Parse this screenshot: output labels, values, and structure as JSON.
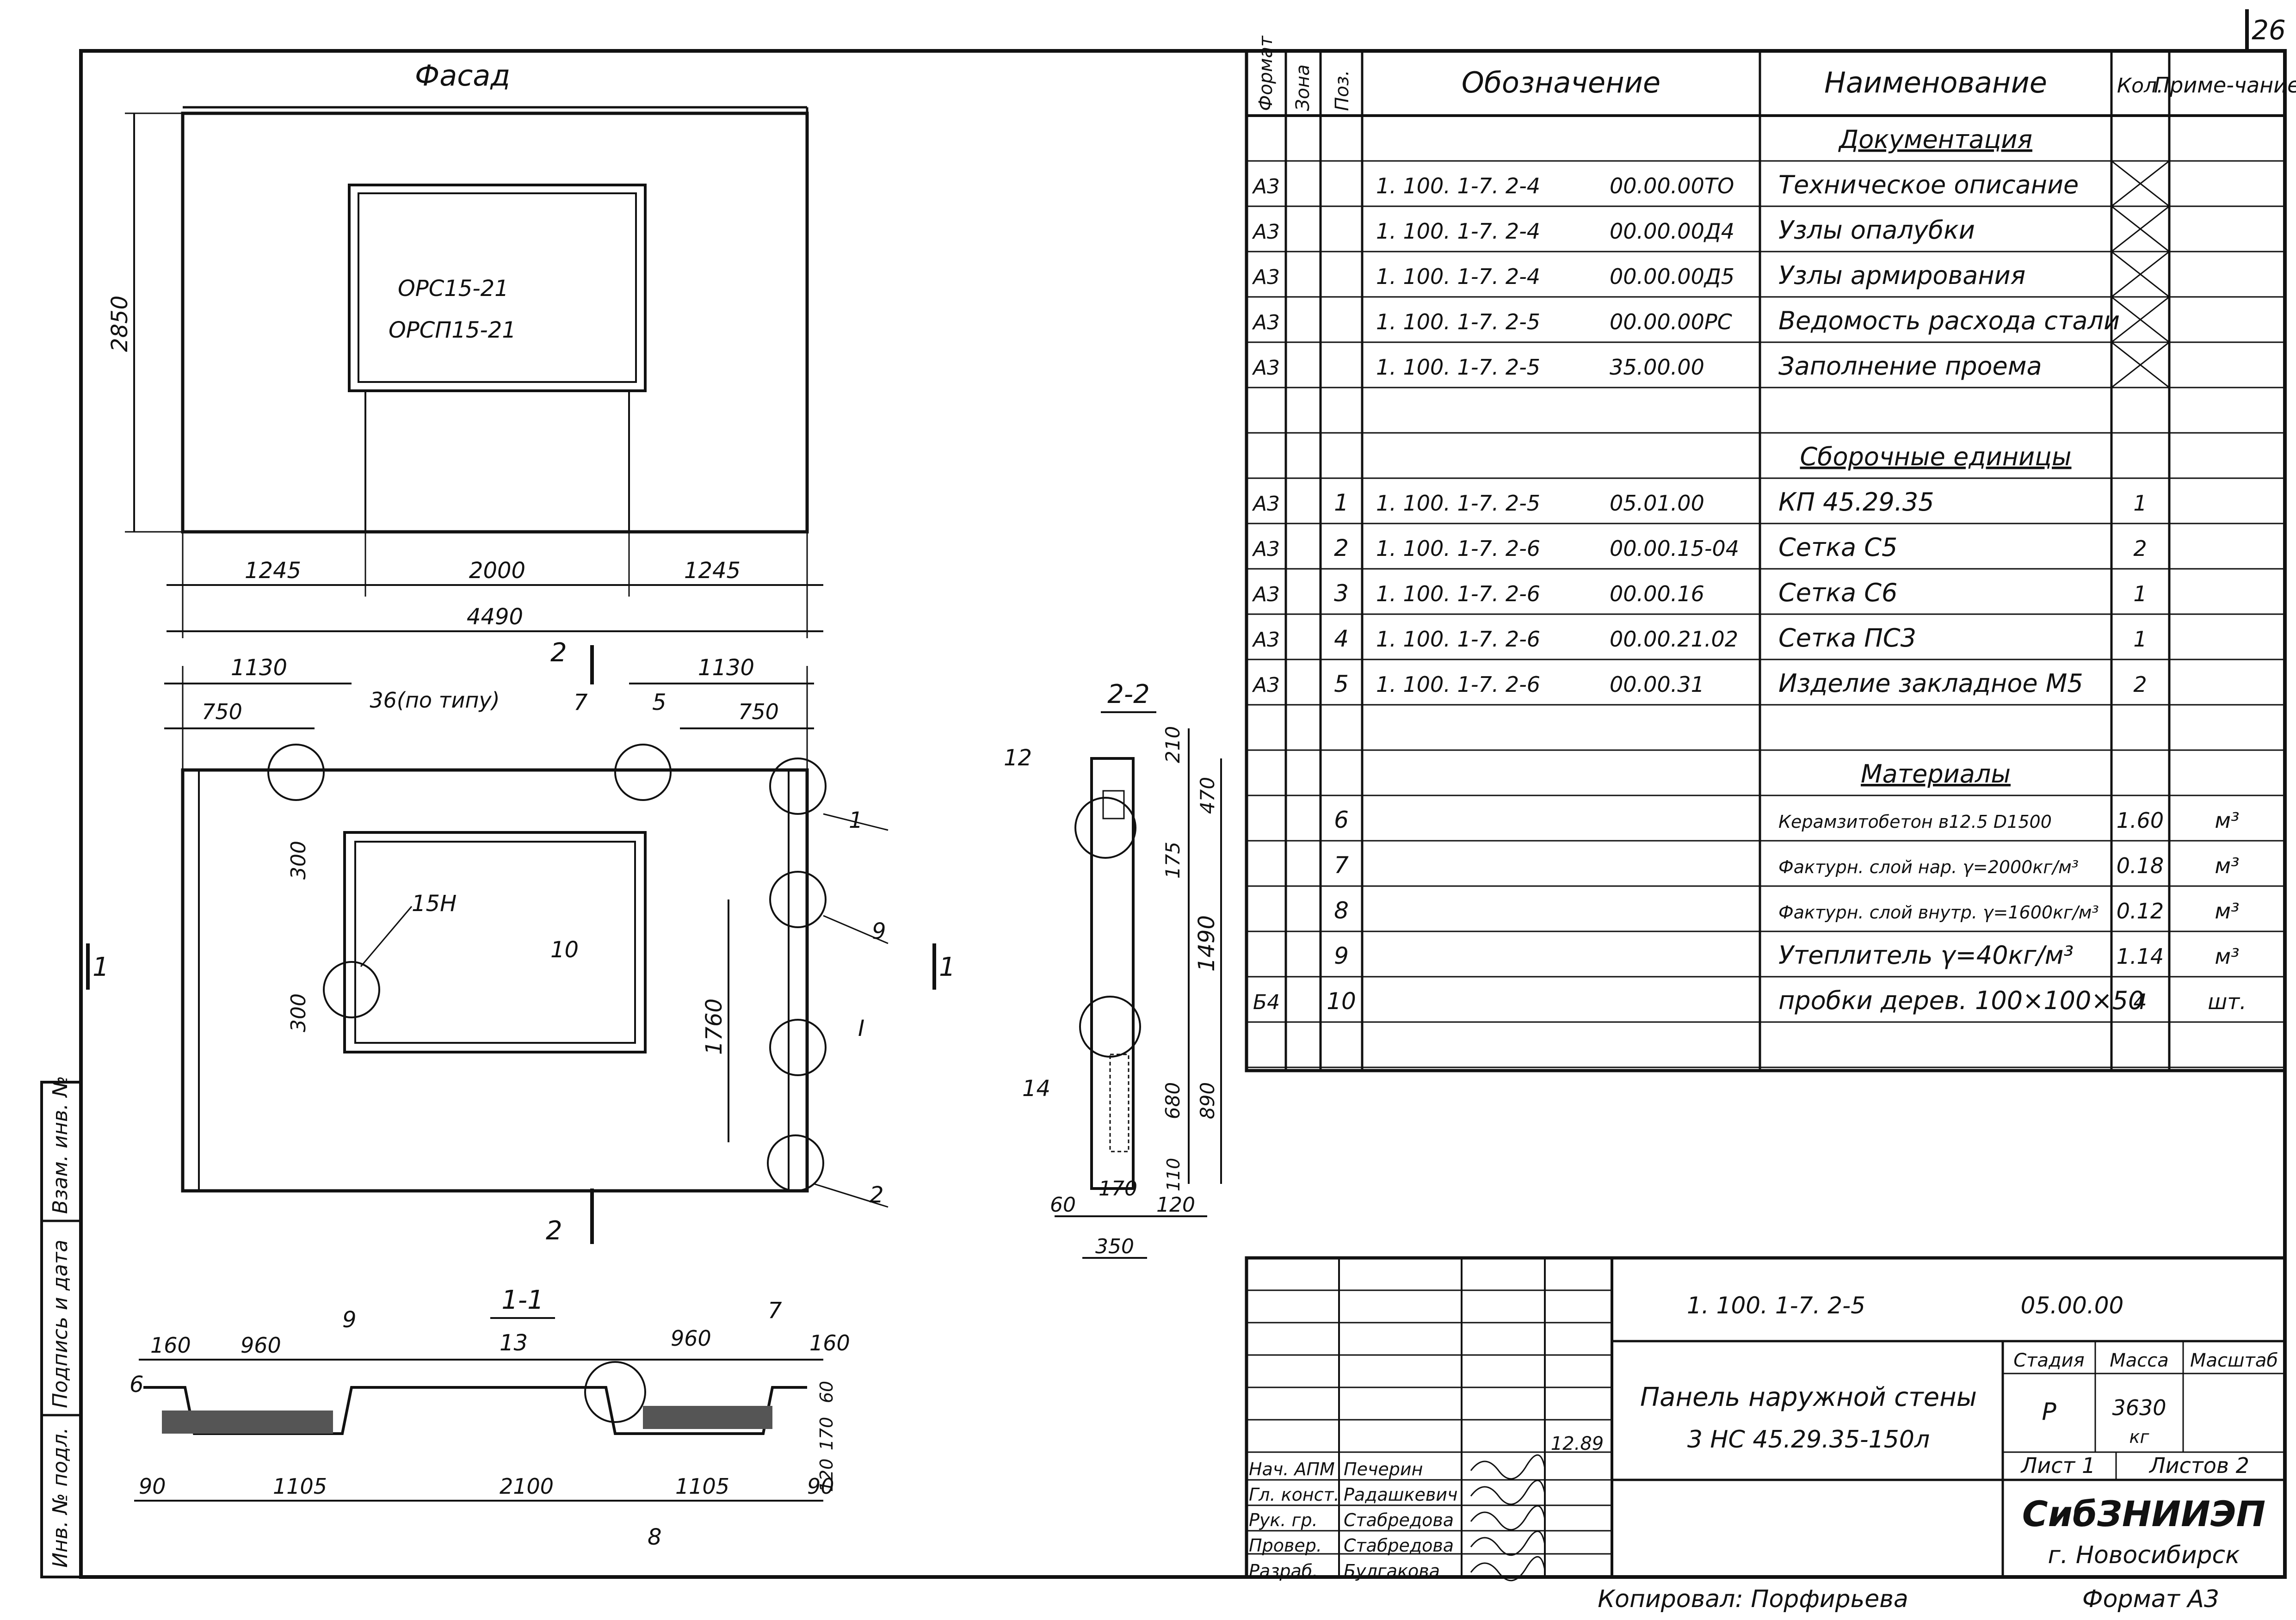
{
  "sheet_number": "26",
  "facade": {
    "title": "Фасад",
    "window_labels": [
      "ОРС15-21",
      "ОРСП15-21"
    ],
    "height_dim": "2850",
    "width_dims": [
      "1245",
      "2000",
      "1245"
    ],
    "total_width": "4490"
  },
  "plan": {
    "dims_top": [
      "1130",
      "750",
      "36(по типу)",
      "1130",
      "750"
    ],
    "section_marks": [
      "2",
      "2",
      "1",
      "1"
    ],
    "callouts": [
      "7",
      "5",
      "1",
      "9",
      "15Н",
      "10",
      "I",
      "2"
    ],
    "dims_side": [
      "300",
      "300",
      "1760"
    ]
  },
  "section_2_2": {
    "title": "2-2",
    "callouts": [
      "12",
      "14"
    ],
    "dims_right": [
      "210",
      "470",
      "175",
      "1490",
      "680",
      "890",
      "110"
    ],
    "dims_bottom": [
      "60",
      "170",
      "120",
      "350"
    ]
  },
  "section_1_1": {
    "title": "1-1",
    "callouts": [
      "9",
      "6",
      "13",
      "7",
      "8"
    ],
    "dims_top": [
      "160",
      "960",
      "960",
      "160"
    ],
    "dims_bottom": [
      "90",
      "1105",
      "2100",
      "1105",
      "90"
    ],
    "dims_right": [
      "60",
      "170",
      "120"
    ]
  },
  "spec_table": {
    "headers": {
      "format": "Формат",
      "zone": "Зона",
      "pos": "Поз.",
      "designation": "Обозначение",
      "name": "Наименование",
      "qty": "Кол.",
      "note": "Приме-чание"
    },
    "rows": [
      {
        "format": "",
        "pos": "",
        "des1": "",
        "des2": "",
        "name": "Документация",
        "qty": "",
        "note": "",
        "heading": true
      },
      {
        "format": "А3",
        "pos": "",
        "des1": "1. 100. 1-7. 2-4",
        "des2": "00.00.00ТО",
        "name": "Техническое описание",
        "qty": "",
        "note": "",
        "cross": true
      },
      {
        "format": "А3",
        "pos": "",
        "des1": "1. 100. 1-7. 2-4",
        "des2": "00.00.00Д4",
        "name": "Узлы опалубки",
        "qty": "",
        "note": "",
        "cross": true
      },
      {
        "format": "А3",
        "pos": "",
        "des1": "1. 100. 1-7. 2-4",
        "des2": "00.00.00Д5",
        "name": "Узлы армирования",
        "qty": "",
        "note": "",
        "cross": true
      },
      {
        "format": "А3",
        "pos": "",
        "des1": "1. 100. 1-7. 2-5",
        "des2": "00.00.00РС",
        "name": "Ведомость расхода стали",
        "qty": "",
        "note": "",
        "cross": true
      },
      {
        "format": "А3",
        "pos": "",
        "des1": "1. 100. 1-7. 2-5",
        "des2": "35.00.00",
        "name": "Заполнение проема",
        "qty": "",
        "note": "",
        "cross": true
      },
      {
        "format": "",
        "pos": "",
        "des1": "",
        "des2": "",
        "name": "",
        "qty": "",
        "note": ""
      },
      {
        "format": "",
        "pos": "",
        "des1": "",
        "des2": "",
        "name": "Сборочные единицы",
        "qty": "",
        "note": "",
        "heading": true
      },
      {
        "format": "А3",
        "pos": "1",
        "des1": "1. 100. 1-7. 2-5",
        "des2": "05.01.00",
        "name": "КП 45.29.35",
        "qty": "1",
        "note": ""
      },
      {
        "format": "А3",
        "pos": "2",
        "des1": "1. 100. 1-7. 2-6",
        "des2": "00.00.15-04",
        "name": "Сетка С5",
        "qty": "2",
        "note": ""
      },
      {
        "format": "А3",
        "pos": "3",
        "des1": "1. 100. 1-7. 2-6",
        "des2": "00.00.16",
        "name": "Сетка С6",
        "qty": "1",
        "note": ""
      },
      {
        "format": "А3",
        "pos": "4",
        "des1": "1. 100. 1-7. 2-6",
        "des2": "00.00.21.02",
        "name": "Сетка ПС3",
        "qty": "1",
        "note": ""
      },
      {
        "format": "А3",
        "pos": "5",
        "des1": "1. 100. 1-7. 2-6",
        "des2": "00.00.31",
        "name": "Изделие закладное М5",
        "qty": "2",
        "note": ""
      },
      {
        "format": "",
        "pos": "",
        "des1": "",
        "des2": "",
        "name": "",
        "qty": "",
        "note": ""
      },
      {
        "format": "",
        "pos": "",
        "des1": "",
        "des2": "",
        "name": "Материалы",
        "qty": "",
        "note": "",
        "heading": true
      },
      {
        "format": "",
        "pos": "6",
        "des1": "",
        "des2": "",
        "name": "Керамзитобетон в12.5 D1500",
        "qty": "1.60",
        "note": "м³"
      },
      {
        "format": "",
        "pos": "7",
        "des1": "",
        "des2": "",
        "name": "Фактурн. слой нар. γ=2000кг/м³",
        "qty": "0.18",
        "note": "м³"
      },
      {
        "format": "",
        "pos": "8",
        "des1": "",
        "des2": "",
        "name": "Фактурн. слой внутр. γ=1600кг/м³",
        "qty": "0.12",
        "note": "м³"
      },
      {
        "format": "",
        "pos": "9",
        "des1": "",
        "des2": "",
        "name": "Утеплитель γ=40кг/м³",
        "qty": "1.14",
        "note": "м³"
      },
      {
        "format": "Б4",
        "pos": "10",
        "des1": "",
        "des2": "",
        "name": "пробки дерев. 100×100×50",
        "qty": "4",
        "note": "шт."
      },
      {
        "format": "",
        "pos": "",
        "des1": "",
        "des2": "",
        "name": "",
        "qty": "",
        "note": ""
      }
    ]
  },
  "title_block": {
    "doc_code": "1. 100. 1-7. 2-5",
    "doc_number": "05.00.00",
    "title_line1": "Панель наружной стены",
    "title_line2": "3 НС 45.29.35-150л",
    "stage_label": "Стадия",
    "mass_label": "Масса",
    "scale_label": "Масштаб",
    "stage": "Р",
    "mass": "3630",
    "mass_unit": "кг",
    "sheet_label": "Лист 1",
    "sheets_label": "Листов 2",
    "org": "СибЗНИИЭП",
    "city": "г. Новосибирск",
    "date": "12.89",
    "signatures": [
      {
        "role": "Нач. АПМ",
        "name": "Печерин"
      },
      {
        "role": "Гл. конст.",
        "name": "Радашкевич"
      },
      {
        "role": "Рук. гр.",
        "name": "Стабредова"
      },
      {
        "role": "Провер.",
        "name": "Стабредова"
      },
      {
        "role": "Разраб.",
        "name": "Булгакова"
      }
    ]
  },
  "side_stamp": [
    "Инв. № подл.",
    "Подпись и дата",
    "Взам. инв. №"
  ],
  "footer": {
    "copied": "Копировал: Порфирьева",
    "format": "Формат А3"
  }
}
